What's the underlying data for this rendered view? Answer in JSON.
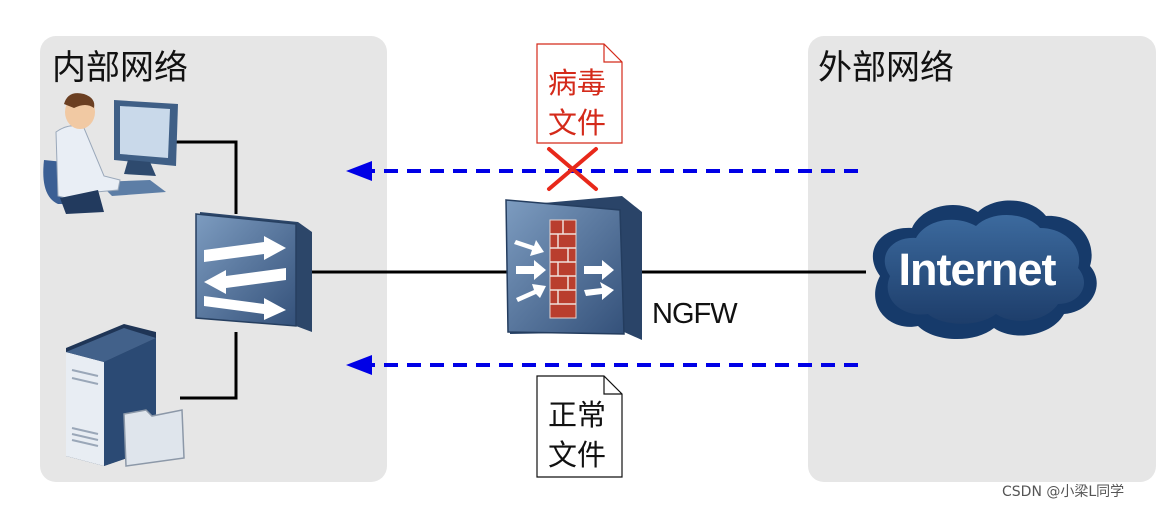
{
  "zones": {
    "inner": {
      "title": "内部网络"
    },
    "outer": {
      "title": "外部网络"
    }
  },
  "firewall": {
    "label": "NGFW"
  },
  "cloud": {
    "label": "Internet"
  },
  "flows": {
    "blocked": {
      "document_label": "病毒\n文件",
      "status": "blocked"
    },
    "allowed": {
      "document_label": "正常\n文件",
      "status": "allowed"
    }
  },
  "watermark": "CSDN @小梁L同学",
  "colors": {
    "zone_background": "#e6e6e6",
    "device_blue": "#4d6a8c",
    "cloud_blue": "#1f3d6b",
    "flow_arrow": "#0000e6",
    "blocked_mark": "#e8281a",
    "virus_text": "#d42a1a",
    "link_line": "#000000"
  },
  "icons": {
    "user": "user-computer-icon",
    "switch": "switch-icon",
    "server": "server-icon",
    "firewall": "firewall-icon",
    "cloud": "internet-cloud-icon",
    "blocked": "red-x-icon"
  }
}
